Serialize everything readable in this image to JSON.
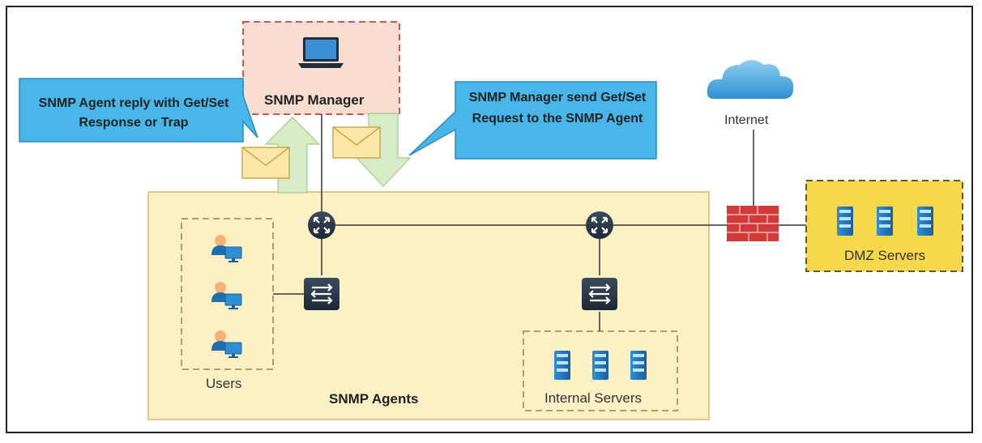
{
  "callouts": {
    "agent_reply": "SNMP Agent reply with Get/Set Response or Trap",
    "manager_send": "SNMP Manager send Get/Set Request to the SNMP Agent"
  },
  "nodes": {
    "manager": "SNMP Manager",
    "internet": "Internet",
    "dmz": "DMZ Servers",
    "users": "Users",
    "agents": "SNMP Agents",
    "internal": "Internal Servers"
  },
  "colors": {
    "callout_fill": "#48b6e8",
    "callout_border": "#2a8cc0",
    "manager_fill": "#f9ddd0",
    "manager_border": "#d9534f",
    "agents_fill": "#fdf0c4",
    "agents_border": "#d8b86a",
    "dmz_fill": "#f7d84a",
    "dmz_border": "#5a5a3a",
    "device_blue": "#1e6fb0",
    "firewall_red": "#d23a3a",
    "arrow_green": "#d6ebc6"
  },
  "icons": {
    "manager": "laptop-icon",
    "internet": "cloud-icon",
    "firewall": "firewall-icon",
    "routers": "router-icon",
    "switches": "switch-icon",
    "servers": "server-icon",
    "users": "user-workstation-icon",
    "messages": "envelope-icon"
  }
}
